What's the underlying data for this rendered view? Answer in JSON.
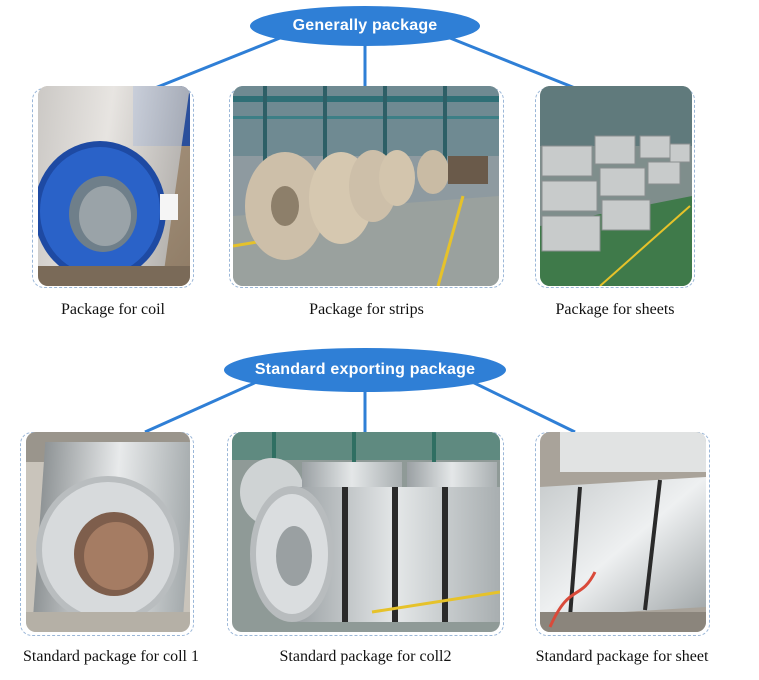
{
  "sections": [
    {
      "title": "Generally package",
      "items": [
        {
          "caption": "Package for coil",
          "photo": "blue-wrapped-coil-photo"
        },
        {
          "caption": "Package for strips",
          "photo": "strip-coils-warehouse-photo"
        },
        {
          "caption": "Package for sheets",
          "photo": "sheet-bundles-warehouse-photo"
        }
      ]
    },
    {
      "title": "Standard exporting package",
      "items": [
        {
          "caption": "Standard package for coll 1",
          "photo": "galvanized-coil-photo"
        },
        {
          "caption": "Standard package for coll2",
          "photo": "galvanized-coils-warehouse-photo"
        },
        {
          "caption": "Standard package for sheet",
          "photo": "galvanized-sheet-stack-photo"
        }
      ]
    }
  ],
  "colors": {
    "accent": "#2f7fd6",
    "frame_border": "#9bb7d8"
  }
}
